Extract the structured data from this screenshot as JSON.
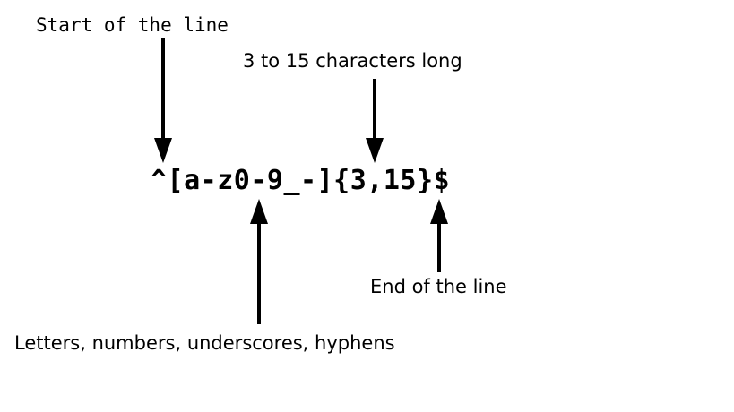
{
  "diagram": {
    "type": "regex-annotation",
    "background_color": "#ffffff",
    "text_color": "#000000",
    "pattern": "^[a-z0-9_-]{3,15}$",
    "annotations": [
      {
        "id": "start-of-line",
        "label": "Start of the line",
        "target": "^",
        "arrow_direction": "down",
        "font": "mono"
      },
      {
        "id": "length-quantifier",
        "label": "3 to 15 characters long",
        "target": "{3,15}",
        "arrow_direction": "down",
        "font": "sans"
      },
      {
        "id": "end-of-line",
        "label": "End of the line",
        "target": "$",
        "arrow_direction": "up",
        "font": "sans"
      },
      {
        "id": "character-class",
        "label": "Letters, numbers, underscores, hyphens",
        "target": "[a-z0-9_-]",
        "arrow_direction": "up",
        "font": "sans"
      }
    ]
  }
}
